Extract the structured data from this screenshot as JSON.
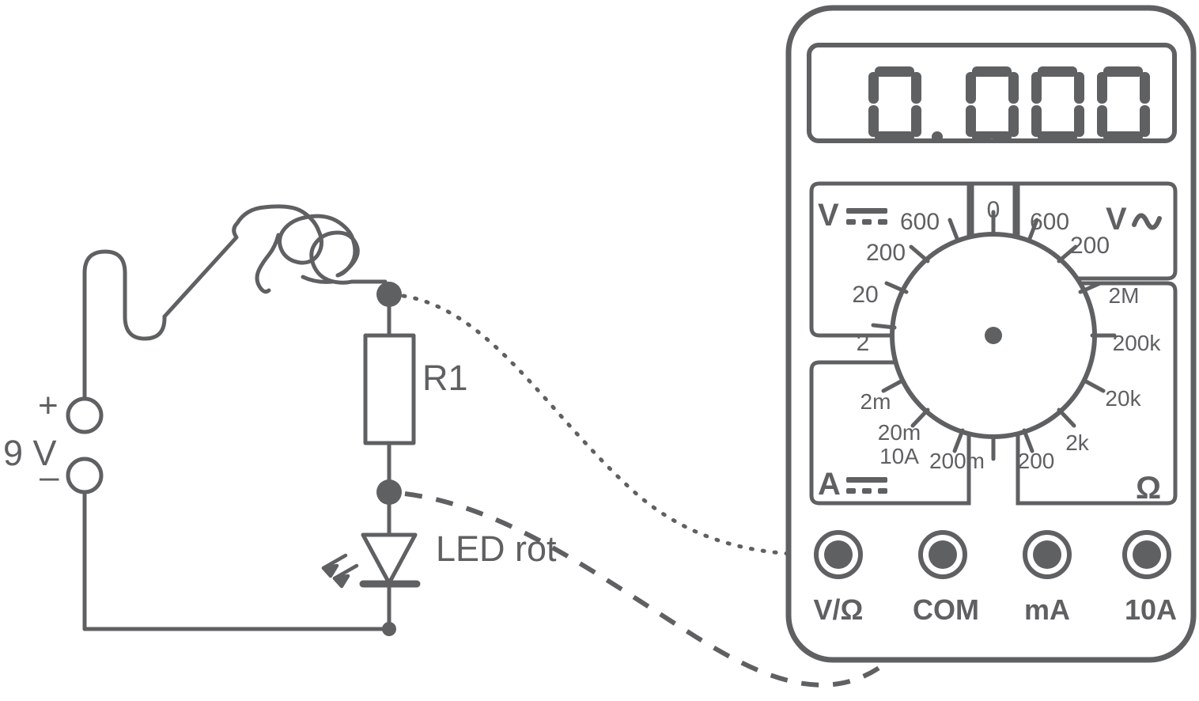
{
  "scene": {
    "title": "LED circuit with digital multimeter",
    "stroke_color": "#5f6062",
    "background": "#ffffff"
  },
  "circuit": {
    "source": {
      "label": "9 V",
      "plus_sign": "+",
      "minus_sign": "–",
      "name": "battery-9v"
    },
    "resistor": {
      "label": "R1"
    },
    "led": {
      "label": "LED rot"
    },
    "wire_note": "squiggly hand-drawn wire"
  },
  "multimeter": {
    "display": {
      "value": "0.000"
    },
    "dial": {
      "off_label": "0",
      "quadrants": {
        "dc_volt": "V",
        "ac_volt": "V",
        "dc_amp": "A",
        "ohm": "Ω"
      },
      "dc_volt_ranges": [
        "600",
        "200",
        "20",
        "2"
      ],
      "ac_volt_ranges": [
        "600",
        "200"
      ],
      "ohm_ranges": [
        "2M",
        "200k",
        "20k",
        "2k",
        "200"
      ],
      "amp_ranges": [
        "2m",
        "20m",
        "10A",
        "200m"
      ]
    },
    "jacks": [
      {
        "label": "V/Ω",
        "name": "jack-v-ohm"
      },
      {
        "label": "COM",
        "name": "jack-com"
      },
      {
        "label": "mA",
        "name": "jack-ma"
      },
      {
        "label": "10A",
        "name": "jack-10a"
      }
    ],
    "leads": {
      "dotted": "probe lead from resistor top node to V/Ohm jack",
      "dashed": "probe lead from resistor bottom node to COM jack"
    }
  }
}
